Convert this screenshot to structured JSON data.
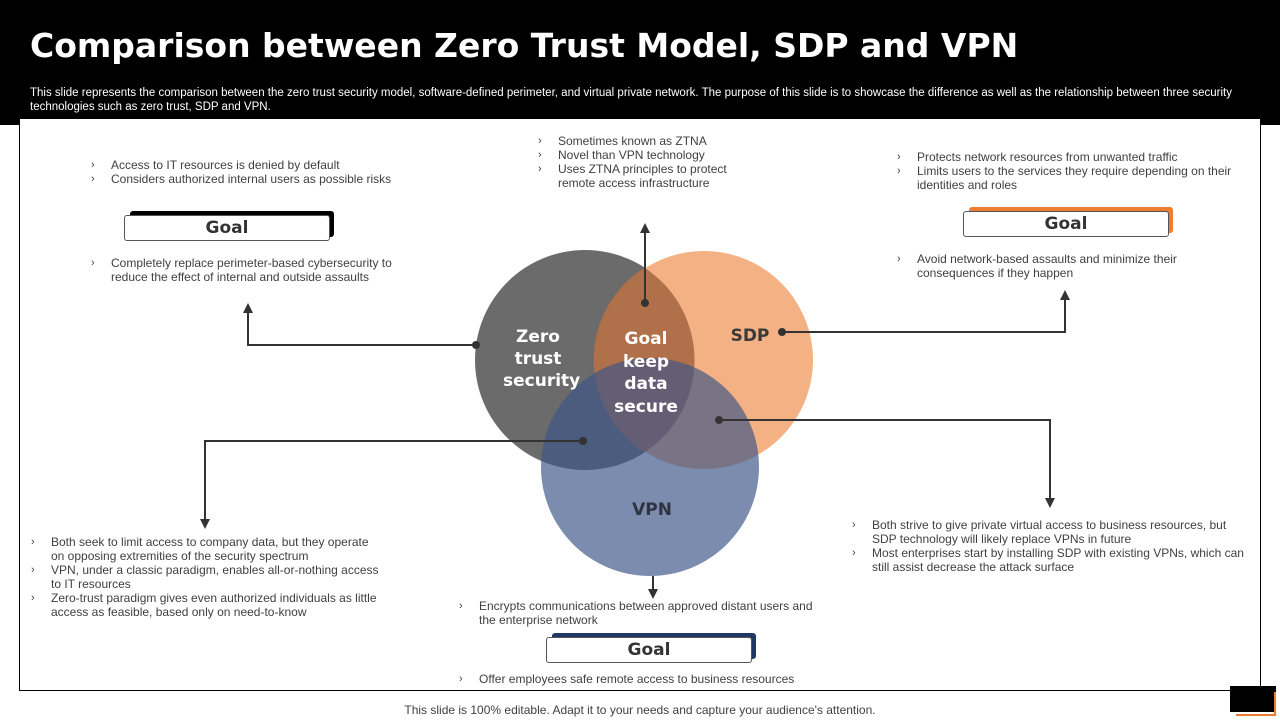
{
  "header": {
    "title": "Comparison between Zero Trust Model, SDP and VPN",
    "subtitle": "This slide represents the comparison between the zero trust security model, software-defined perimeter, and virtual private network. The purpose of this slide is to showcase the difference as well as the relationship between three security technologies such as zero trust, SDP and VPN."
  },
  "colors": {
    "zero_trust": "#6B6B6B",
    "sdp": "#F4B183",
    "vpn": "#5B6E9C",
    "accent_orange": "#ED7D31",
    "navy": "#1F3864"
  },
  "venn": {
    "zero_trust_label": "Zero trust security",
    "sdp_label": "SDP",
    "vpn_label": "VPN",
    "center_label": "Goal keep data secure"
  },
  "zero_trust": {
    "bullets": [
      "Access to IT resources is denied by default",
      "Considers authorized internal users as possible risks"
    ],
    "goal_label": "Goal",
    "goal_text": "Completely replace perimeter-based cybersecurity to reduce the effect of internal and outside assaults"
  },
  "ztna": {
    "bullets": [
      "Sometimes known as ZTNA",
      "Novel than VPN technology",
      "Uses ZTNA principles to protect remote access infrastructure"
    ]
  },
  "sdp": {
    "bullets": [
      "Protects network resources from unwanted traffic",
      "Limits users to the services they require depending on their identities and roles"
    ],
    "goal_label": "Goal",
    "goal_text": "Avoid network-based assaults and minimize their consequences if they happen"
  },
  "zt_vpn": {
    "bullets": [
      "Both seek to limit access to company data, but they operate on opposing extremities of the security spectrum",
      "VPN, under a classic paradigm, enables all-or-nothing access to IT resources",
      "Zero-trust paradigm gives even authorized individuals as little access as feasible, based only on need-to-know"
    ]
  },
  "sdp_vpn": {
    "bullets": [
      "Both strive to give private virtual access to business resources, but SDP technology will likely replace VPNs in future",
      "Most enterprises start by installing SDP with existing VPNs, which can still assist decrease the attack surface"
    ]
  },
  "vpn": {
    "bullets": [
      "Encrypts communications between approved distant users and the enterprise network"
    ],
    "goal_label": "Goal",
    "goal_text": "Offer employees safe remote access to business resources"
  },
  "footer": "This slide is 100% editable. Adapt it to your needs and capture your audience's attention."
}
